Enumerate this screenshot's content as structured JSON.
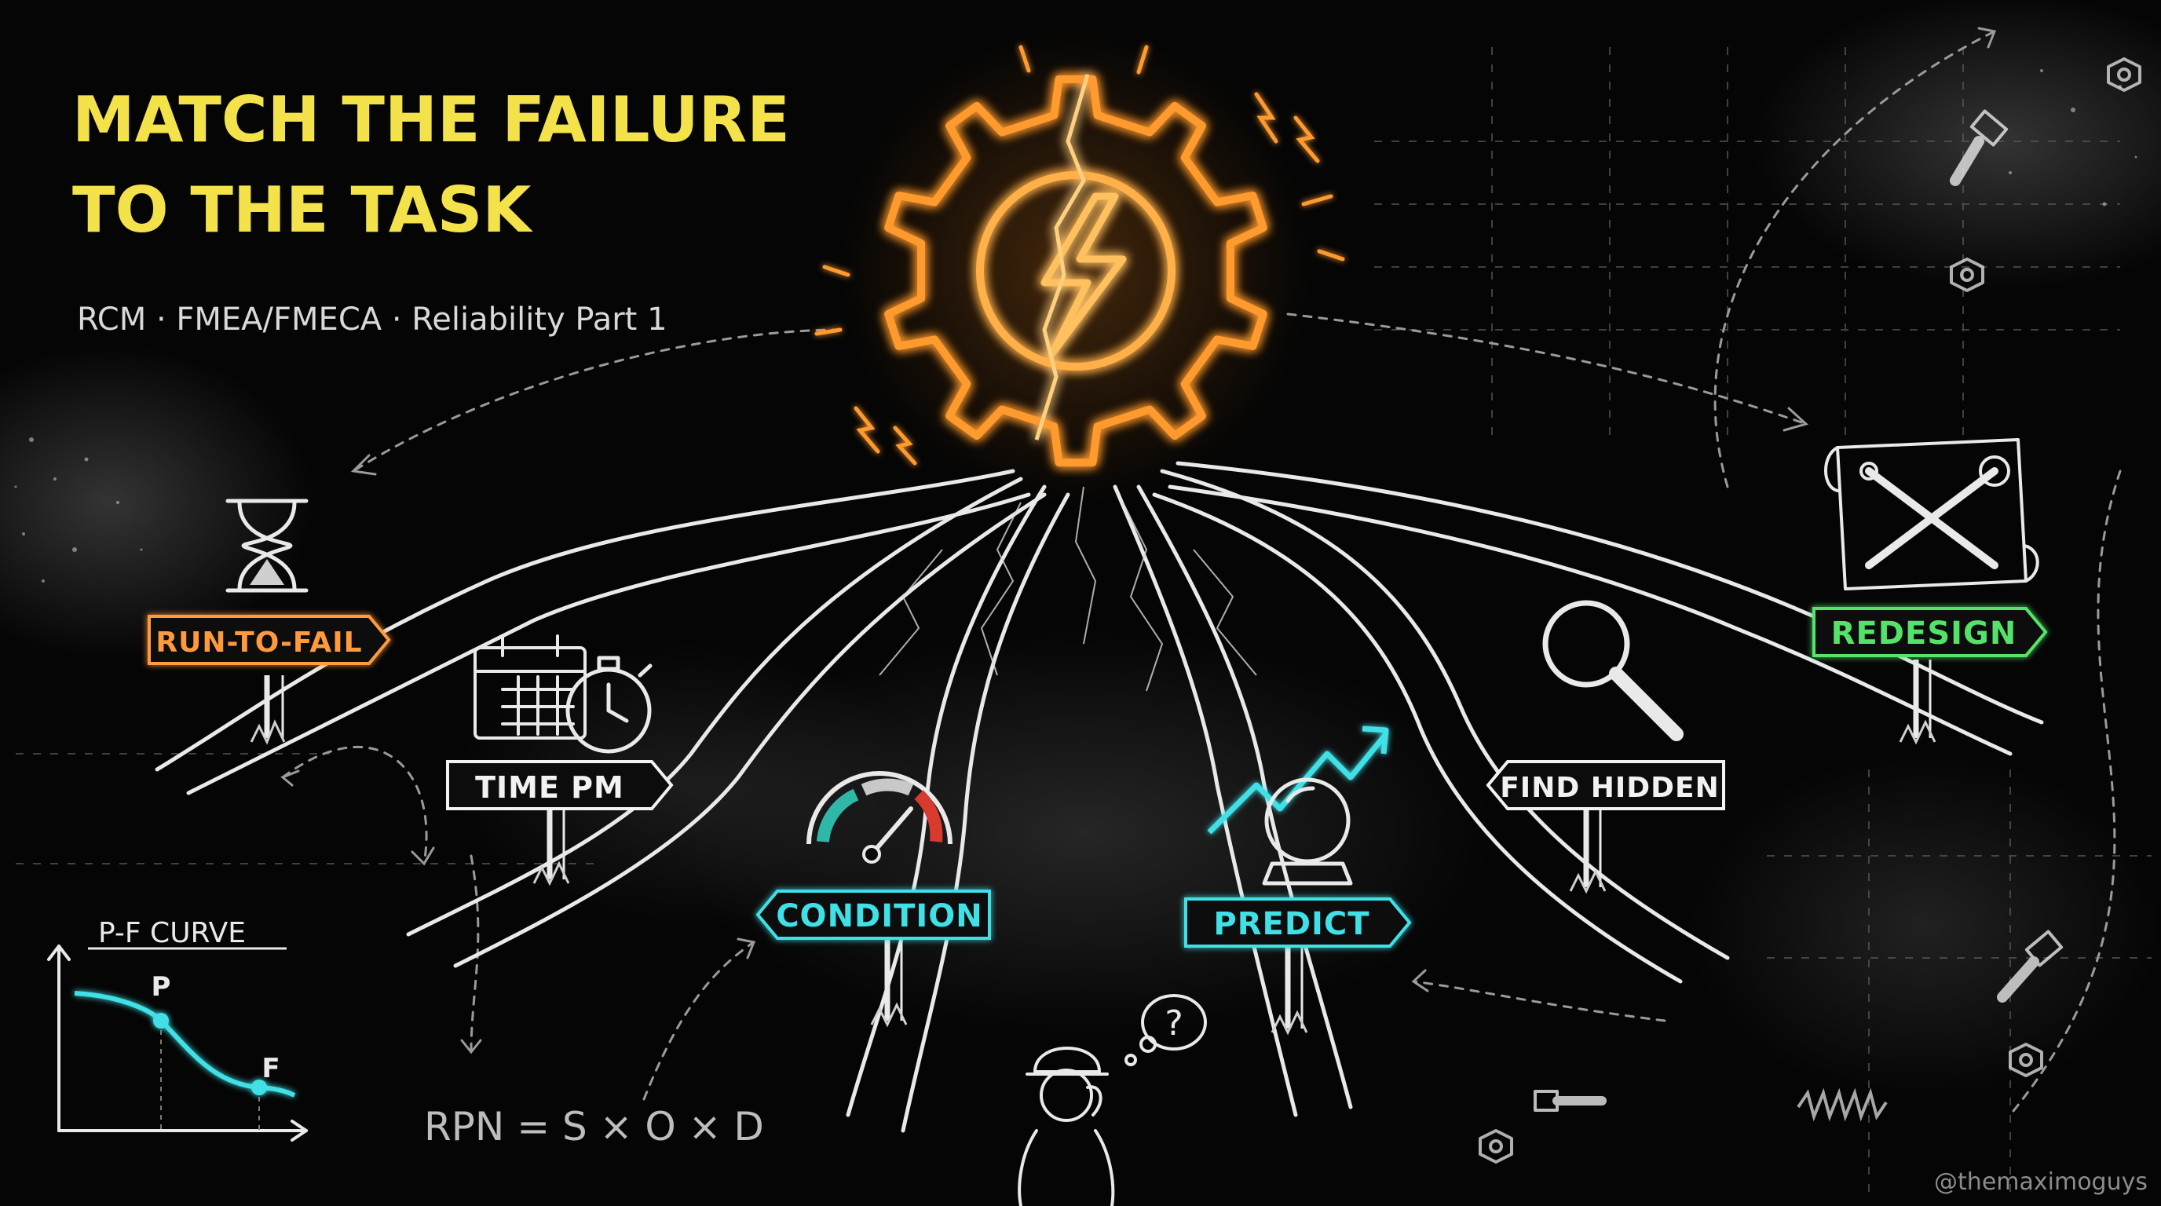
{
  "title": {
    "line1": "MATCH THE FAILURE",
    "line2": "TO THE TASK",
    "subtitle": "RCM · FMEA/FMECA · Reliability Part 1"
  },
  "signs": {
    "run_to_fail": "RUN-TO-FAIL",
    "time_pm": "TIME PM",
    "condition": "CONDITION",
    "predict": "PREDICT",
    "find_hidden": "FIND HIDDEN",
    "redesign": "REDESIGN"
  },
  "pf_curve": {
    "title": "P-F CURVE",
    "p_label": "P",
    "f_label": "F"
  },
  "formula": "RPN = S × O × D",
  "thought_mark": "?",
  "credit": "@themaximoguys",
  "icons": [
    "broken-gear-lightning-icon",
    "hourglass-icon",
    "calendar-icon",
    "stopwatch-icon",
    "gauge-icon",
    "crystal-ball-icon",
    "trend-arrow-icon",
    "magnifier-icon",
    "blueprint-tools-icon",
    "engineer-icon",
    "bolt-icon",
    "nut-icon",
    "spring-icon"
  ],
  "colors": {
    "background": "#050505",
    "title": "#f3e24a",
    "chalk": "#e9e9e9",
    "gear": "#ff9a2e",
    "run_to_fail": "#ff9a3c",
    "condition": "#3fe0e6",
    "predict": "#3fe0e6",
    "redesign": "#54e36a",
    "time_pm": "#f2f2f2",
    "find_hidden": "#f2f2f2"
  }
}
